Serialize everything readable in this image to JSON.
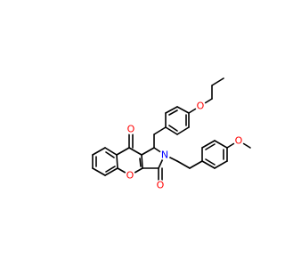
{
  "structure": {
    "atoms": {
      "o_ketone": {
        "label": "O",
        "color": "#ff0000"
      },
      "o_ring": {
        "label": "O",
        "color": "#ff0000"
      },
      "o_lactam": {
        "label": "O",
        "color": "#ff0000"
      },
      "n_ring": {
        "label": "N",
        "color": "#0000ff"
      },
      "o_propoxy": {
        "label": "O",
        "color": "#ff0000"
      },
      "o_methoxy": {
        "label": "O",
        "color": "#ff0000"
      }
    },
    "bond_color": "#000000"
  }
}
